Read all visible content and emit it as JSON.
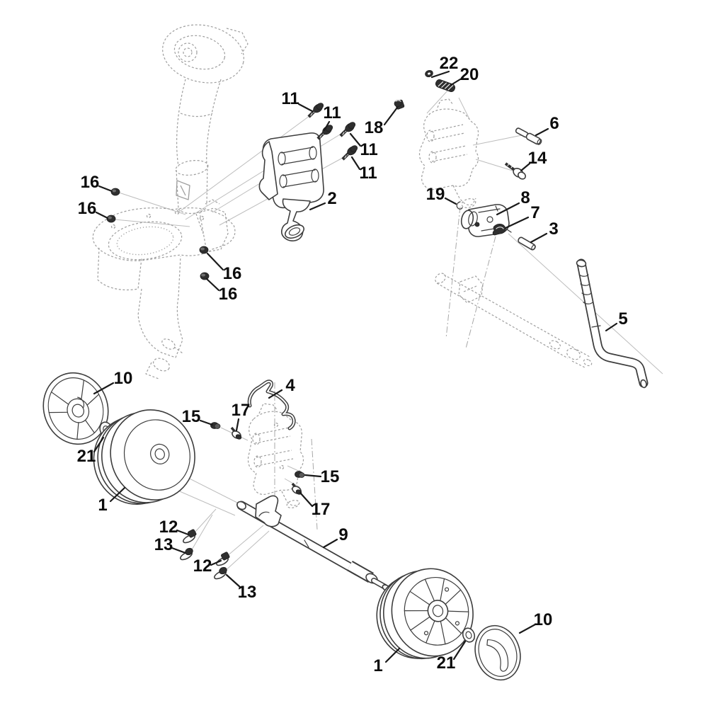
{
  "figure": {
    "type": "exploded-parts-diagram",
    "description": "Exploded view line drawing of a chassis / wheel / handle assembly with numbered part callouts"
  },
  "colors": {
    "background": "#ffffff",
    "label_text": "#0c0c0c",
    "leader_line": "#1a1a1a",
    "part_outline": "#3d3d3d",
    "dark_hardware": "#2f2f2f",
    "ghost_outline": "#9e9e9e",
    "projection_line": "#bdbdbd"
  },
  "unique_part_numbers": [
    "1",
    "2",
    "3",
    "4",
    "5",
    "6",
    "7",
    "8",
    "9",
    "10",
    "11",
    "12",
    "13",
    "14",
    "15",
    "16",
    "17",
    "18",
    "19",
    "20",
    "21",
    "22"
  ],
  "callouts": [
    {
      "label": "22"
    },
    {
      "label": "20"
    },
    {
      "label": "11"
    },
    {
      "label": "11"
    },
    {
      "label": "18"
    },
    {
      "label": "6"
    },
    {
      "label": "11"
    },
    {
      "label": "14"
    },
    {
      "label": "16"
    },
    {
      "label": "11"
    },
    {
      "label": "2"
    },
    {
      "label": "19"
    },
    {
      "label": "8"
    },
    {
      "label": "16"
    },
    {
      "label": "7"
    },
    {
      "label": "3"
    },
    {
      "label": "16"
    },
    {
      "label": "16"
    },
    {
      "label": "5"
    },
    {
      "label": "10"
    },
    {
      "label": "4"
    },
    {
      "label": "17"
    },
    {
      "label": "15"
    },
    {
      "label": "21"
    },
    {
      "label": "15"
    },
    {
      "label": "1"
    },
    {
      "label": "17"
    },
    {
      "label": "12"
    },
    {
      "label": "9"
    },
    {
      "label": "13"
    },
    {
      "label": "12"
    },
    {
      "label": "13"
    },
    {
      "label": "10"
    },
    {
      "label": "1"
    },
    {
      "label": "21"
    }
  ]
}
